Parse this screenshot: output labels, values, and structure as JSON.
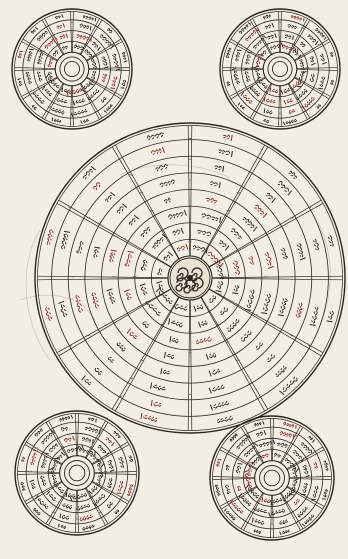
{
  "page": {
    "description_free": true
  },
  "palette": {
    "paper": "#f3eee3",
    "ink": "#2b241d",
    "faded_ink": "#6a5a4a",
    "red_ink": "#8a2a2a"
  },
  "wheels": [
    {
      "id": "top-left",
      "spokes": 12,
      "rings": 3
    },
    {
      "id": "top-right",
      "spokes": 12,
      "rings": 3
    },
    {
      "id": "center",
      "spokes": 12,
      "rings": 7,
      "has_center_emblem": true
    },
    {
      "id": "bottom-left",
      "spokes": 12,
      "rings": 3
    },
    {
      "id": "bottom-right",
      "spokes": 12,
      "rings": 3
    }
  ]
}
